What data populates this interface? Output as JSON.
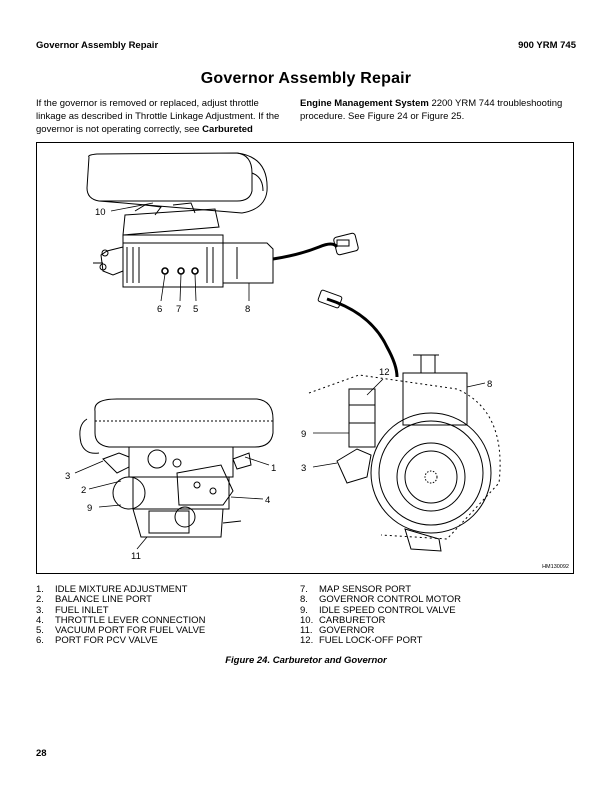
{
  "header": {
    "left": "Governor Assembly Repair",
    "right": "900 YRM 745"
  },
  "title": "Governor Assembly Repair",
  "body": {
    "left_col": [
      {
        "text": "If the governor is removed or replaced, adjust throttle linkage as described in Throttle Linkage Adjustment. If the governor is not operating correctly, see ",
        "bold": false
      },
      {
        "text": "Carbureted",
        "bold": true
      }
    ],
    "right_col": [
      {
        "text": "Engine Management System",
        "bold": true
      },
      {
        "text": " 2200 YRM 744 troubleshooting procedure. See Figure 24 or Figure 25.",
        "bold": false
      }
    ]
  },
  "figure": {
    "id_label": "HM130092",
    "callouts": {
      "top_10": "10",
      "top_6": "6",
      "top_7": "7",
      "top_5": "5",
      "top_8": "8",
      "bl_1": "1",
      "bl_3": "3",
      "bl_2": "2",
      "bl_9": "9",
      "bl_4": "4",
      "bl_11": "11",
      "br_12": "12",
      "br_8": "8",
      "br_9": "9",
      "br_3": "3"
    }
  },
  "legend": {
    "left": [
      {
        "num": "1.",
        "label": "IDLE MIXTURE ADJUSTMENT"
      },
      {
        "num": "2.",
        "label": "BALANCE LINE PORT"
      },
      {
        "num": "3.",
        "label": "FUEL INLET"
      },
      {
        "num": "4.",
        "label": "THROTTLE LEVER CONNECTION"
      },
      {
        "num": "5.",
        "label": "VACUUM PORT FOR FUEL VALVE"
      },
      {
        "num": "6.",
        "label": "PORT FOR PCV VALVE"
      }
    ],
    "right": [
      {
        "num": "7.",
        "label": "MAP SENSOR PORT"
      },
      {
        "num": "8.",
        "label": "GOVERNOR CONTROL MOTOR"
      },
      {
        "num": "9.",
        "label": "IDLE SPEED CONTROL VALVE"
      },
      {
        "num": "10.",
        "label": "CARBURETOR"
      },
      {
        "num": "11.",
        "label": "GOVERNOR"
      },
      {
        "num": "12.",
        "label": "FUEL LOCK-OFF PORT"
      }
    ]
  },
  "caption": "Figure 24.  Carburetor and Governor",
  "page_number": "28"
}
